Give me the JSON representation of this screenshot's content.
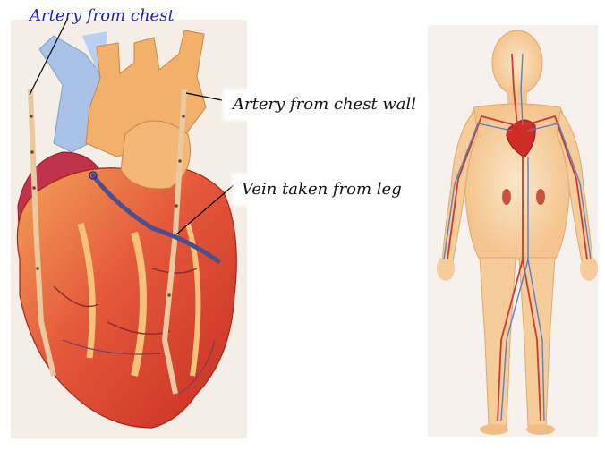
{
  "labels": {
    "artery_from_chest": "Artery from chest",
    "artery_from_chest_wall": "Artery from chest wall",
    "vein_taken_from_leg": "Vein taken from leg"
  },
  "colors": {
    "label_blue": "#1c1cc0",
    "heart_red": "#d43a24",
    "heart_orange": "#f39a4c",
    "aorta": "#f2b06a",
    "vena_cava_blue": "#a9c3e8",
    "graft_vein": "#4a4f8e",
    "graft_artery": "#f3d7b2",
    "body_skin": "#f8e0bd"
  }
}
